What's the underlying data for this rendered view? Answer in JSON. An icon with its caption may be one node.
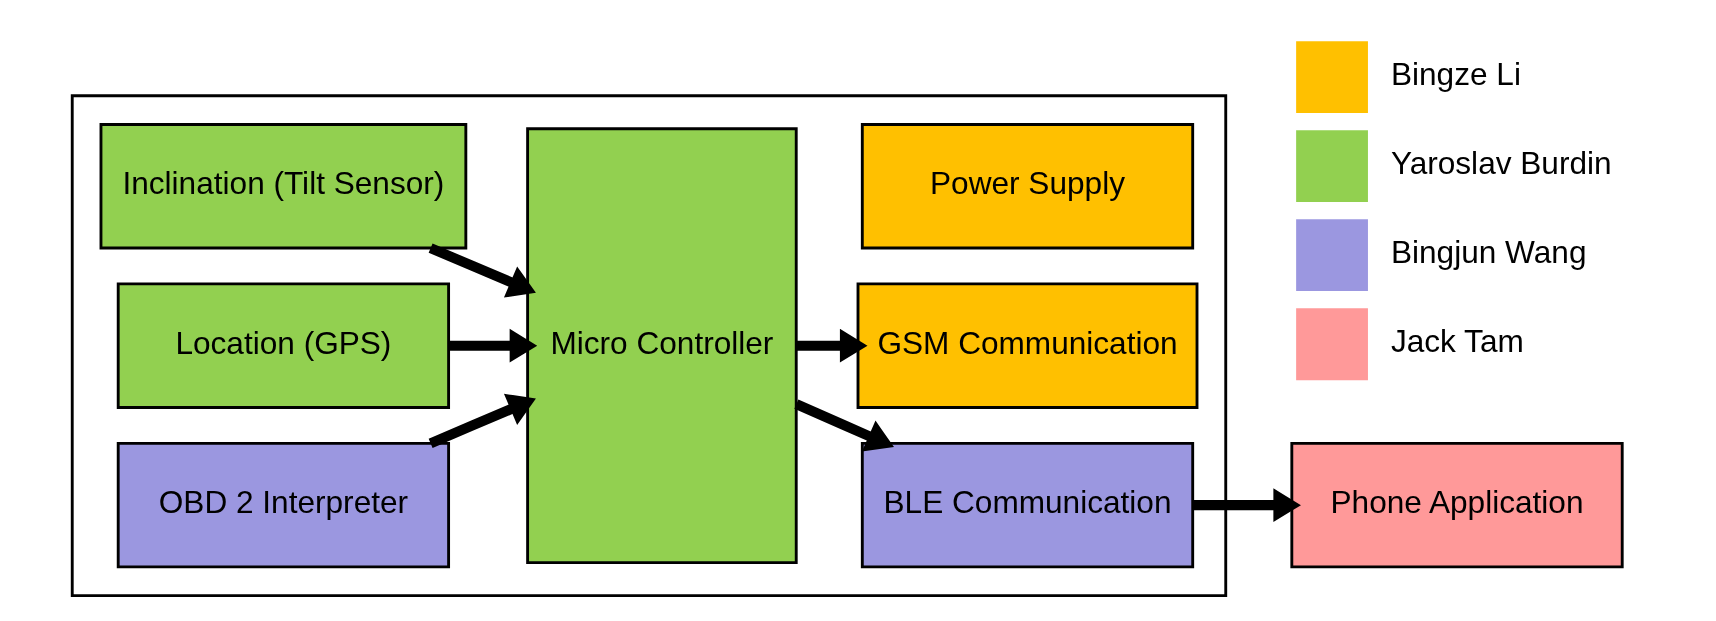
{
  "diagram": {
    "nodes": [
      {
        "text": [],
        "shape": "box"
      },
      {
        "text": [
          "Inclination (Tilt Sensor)"
        ],
        "in": 0
      },
      {
        "text": [
          "Location (GPS)"
        ],
        "in": 0
      },
      {
        "text": [
          "OBD 2 Interpreter"
        ],
        "in": 0
      },
      {
        "text": [
          "Micro Controller"
        ],
        "in": 0
      },
      {
        "text": [
          "Power Supply"
        ],
        "in": 0
      },
      {
        "text": [
          "GSM Communication"
        ],
        "in": 0
      },
      {
        "text": [
          "BLE Communication"
        ],
        "in": 0
      },
      {
        "text": [
          "Phone Application"
        ]
      }
    ],
    "edges": [
      {
        "from": 1,
        "to": 4,
        "arrow": "to"
      },
      {
        "from": 2,
        "to": 4,
        "arrow": "to"
      },
      {
        "from": 3,
        "to": 4,
        "arrow": "to"
      },
      {
        "from": 4,
        "to": 6,
        "arrow": "to"
      },
      {
        "from": 4,
        "to": 7,
        "arrow": "to"
      },
      {
        "from": 7,
        "to": 8,
        "arrow": "to"
      }
    ],
    "legend": [
      {
        "text": "Bingze Li",
        "color": "#ffc000"
      },
      {
        "text": "Yaroslav Burdin",
        "color": "#92d050"
      },
      {
        "text": "Bingjun Wang",
        "color": "#9b97e0"
      },
      {
        "text": "Jack Tam",
        "color": "#ff9999"
      }
    ]
  }
}
